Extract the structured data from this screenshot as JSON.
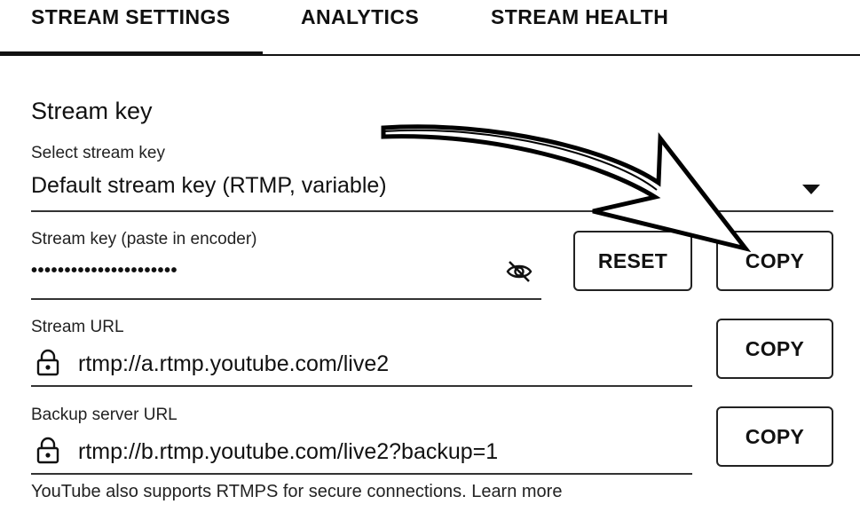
{
  "tabs": [
    {
      "label": "STREAM SETTINGS",
      "selected": true
    },
    {
      "label": "ANALYTICS",
      "selected": false
    },
    {
      "label": "STREAM HEALTH",
      "selected": false
    }
  ],
  "section_title": "Stream key",
  "select_stream_key": {
    "label": "Select stream key",
    "value": "Default stream key (RTMP, variable)",
    "icon": "dropdown-arrow-icon"
  },
  "stream_key": {
    "label": "Stream key (paste in encoder)",
    "value": "••••••••••••••••••••••",
    "visibility_icon": "eye-off-icon",
    "reset_label": "RESET",
    "copy_label": "COPY"
  },
  "stream_url": {
    "label": "Stream URL",
    "value": "rtmp://a.rtmp.youtube.com/live2",
    "icon": "lock-icon",
    "copy_label": "COPY"
  },
  "backup_url": {
    "label": "Backup server URL",
    "value": "rtmp://b.rtmp.youtube.com/live2?backup=1",
    "icon": "lock-icon",
    "copy_label": "COPY"
  },
  "footer": {
    "text": "YouTube also supports RTMPS for secure connections. Learn more"
  },
  "annotation": {
    "icon": "arrow-annotation",
    "color": "#000000"
  }
}
